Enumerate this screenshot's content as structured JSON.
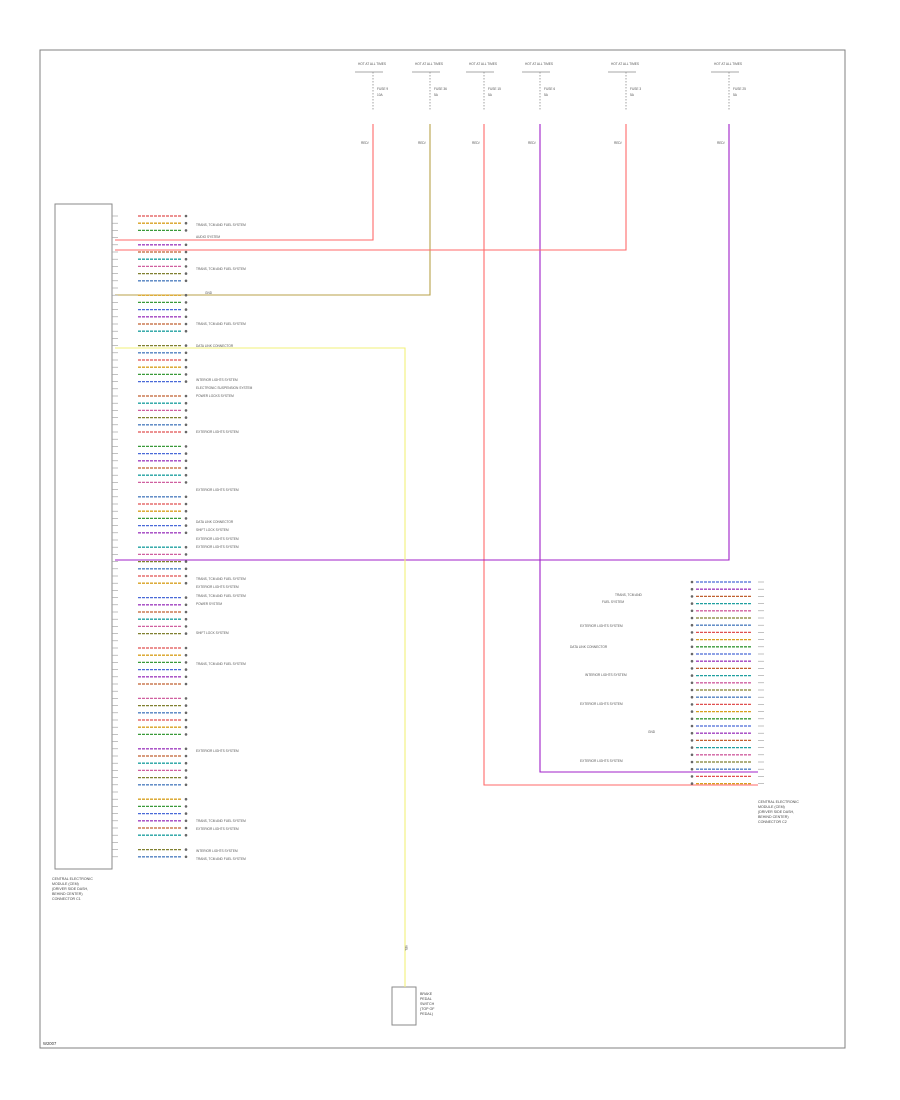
{
  "diagram": {
    "fuse_block": {
      "fuses": [
        {
          "top": "HOT AT ALL TIMES",
          "name": "FUSE 9",
          "amp": "10A"
        },
        {
          "top": "HOT AT ALL TIMES",
          "name": "FUSE 36",
          "amp": "5A"
        },
        {
          "top": "HOT AT ALL TIMES",
          "name": "FUSE 15",
          "amp": "5A"
        },
        {
          "top": "HOT AT ALL TIMES",
          "name": "FUSE 6",
          "amp": "5A"
        },
        {
          "top": "HOT AT ALL TIMES",
          "name": "FUSE 3",
          "amp": "5A"
        },
        {
          "top": "HOT AT ALL TIMES",
          "name": "FUSE 25",
          "amp": "5A"
        }
      ],
      "wire_tags": [
        "RED/",
        "RED/",
        "RED/",
        "RED/",
        "RED/",
        "RED/"
      ]
    },
    "left_module": {
      "caption": [
        "CENTRAL ELECTRONIC",
        "MODULE (CEM)",
        "(DRIVER SIDE DASH,",
        "BEHIND CENTER)",
        "CONNECTOR C1"
      ],
      "labels": [
        "TRANS, TCM AND FUEL SYSTEM",
        "AUDIO SYSTEM",
        "TRANS, TCM AND FUEL SYSTEM",
        "GND",
        "TRANS, TCM AND FUEL SYSTEM",
        "DATA LINK CONNECTOR",
        "INTERIOR LIGHTS SYSTEM",
        "ELECTRONIC SUSPENSION SYSTEM",
        "POWER LOCKS SYSTEM",
        "EXTERIOR LIGHTS SYSTEM",
        "EXTERIOR LIGHTS SYSTEM",
        "DATA LINK CONNECTOR",
        "SHIFT LOCK SYSTEM",
        "EXTERIOR LIGHTS SYSTEM",
        "EXTERIOR LIGHTS SYSTEM",
        "TRANS, TCM AND FUEL SYSTEM",
        "EXTERIOR LIGHTS SYSTEM",
        "TRANS, TCM AND FUEL SYSTEM",
        "POWER SYSTEM",
        "SHIFT LOCK SYSTEM",
        "TRANS, TCM AND FUEL SYSTEM",
        "EXTERIOR LIGHTS SYSTEM",
        "TRANS, TCM AND FUEL SYSTEM",
        "EXTERIOR LIGHTS SYSTEM",
        "INTERIOR LIGHTS SYSTEM",
        "TRANS, TCM AND FUEL SYSTEM"
      ]
    },
    "right_module": {
      "caption": [
        "CENTRAL ELECTRONIC",
        "MODULE (CEM)",
        "(DRIVER SIDE DASH,",
        "BEHIND CENTER)",
        "CONNECTOR C2"
      ],
      "labels": [
        "TRANS, TCM AND",
        "FUEL SYSTEM",
        "EXTERIOR LIGHTS SYSTEM",
        "DATA LINK CONNECTOR",
        "INTERIOR LIGHTS SYSTEM",
        "EXTERIOR LIGHTS SYSTEM",
        "GND",
        "EXTERIOR LIGHTS SYSTEM"
      ]
    },
    "bottom_component": {
      "label": [
        "BRAKE",
        "PEDAL",
        "SWITCH",
        "(TOP OF",
        "PEDAL)"
      ],
      "wire_tag": "YEL"
    },
    "footer_code": "W2007",
    "wire_colors": {
      "red": "#ff6a6a",
      "brown_yellow": "#b8a24a",
      "purple": "#a020c8",
      "yellow": "#f2f07a",
      "gray": "#8a8a8a"
    }
  }
}
